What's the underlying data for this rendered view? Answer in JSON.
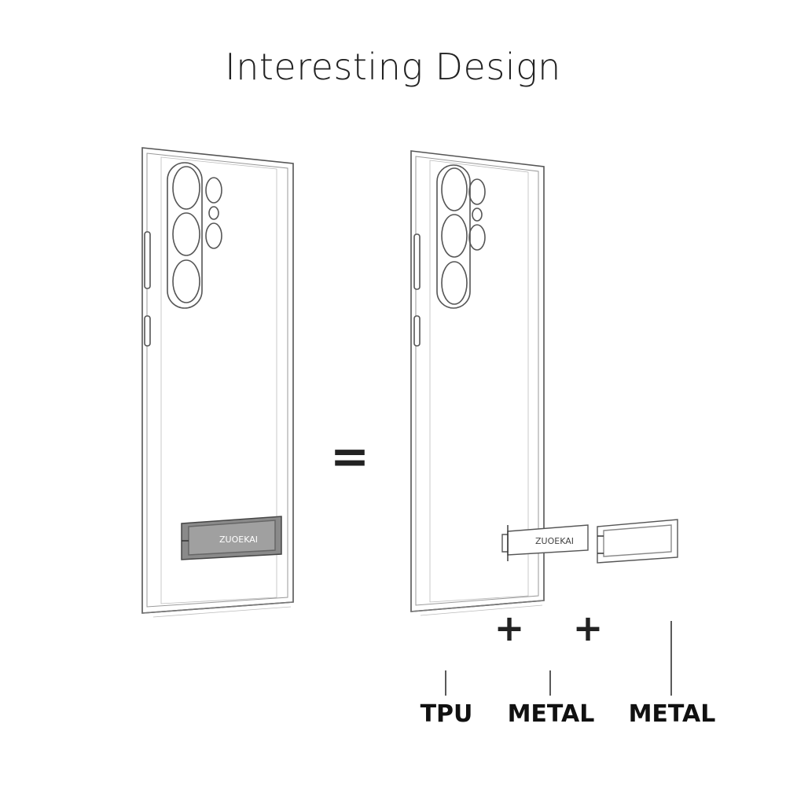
{
  "title": "Interesting Design",
  "equals_sign": "=",
  "plus_sign": "+",
  "brand": "ZUOEKAI",
  "labels": {
    "tpu": "TPU",
    "metal_1": "METAL",
    "metal_2": "METAL"
  },
  "colors": {
    "outline": "#555555",
    "kickstand_fill": "#8a8a8a",
    "text": "#111111"
  }
}
